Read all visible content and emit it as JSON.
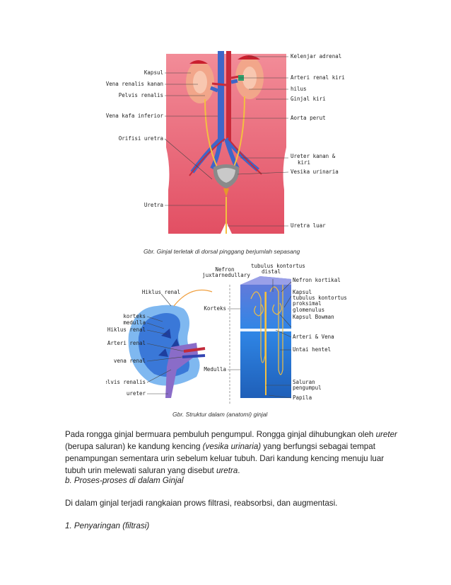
{
  "figure1": {
    "labels": {
      "kapsul": "Kapsul",
      "vena_renalis_kanan": "Vena renalis kanan",
      "pelvis_renalis": "Pelvis renalis",
      "vena_kafa_inferior": "Vena kafa inferior",
      "orifisi_uretra": "Orifisi uretra",
      "uretra": "Uretra",
      "kelenjar_adrenal": "Kelenjar adrenal",
      "arteri_renal_kiri": "Arteri renal kiri",
      "hilus": "hilus",
      "ginjal_kiri": "Ginjal kiri",
      "aorta_perut": "Aorta perut",
      "ureter_kanan_kiri_1": "Ureter kanan &",
      "ureter_kanan_kiri_2": "kiri",
      "vesika_urinaria": "Vesika urinaria",
      "uretra_luar": "Uretra luar"
    },
    "caption": "Gbr. Ginjal terletak di dorsal pinggang berjumlah sepasang"
  },
  "figure2": {
    "labels": {
      "hiklus_renal_top": "Hiklus renal",
      "korteks": "korteks",
      "medulla": "medulla",
      "hiklus_renal": "Hiklus renal",
      "arteri_renal": "Arteri renal",
      "vena_renal": "vena renal",
      "pelvis_renalis": "Pelvis renalis",
      "ureter": "ureter",
      "korteks_right": "Korteks",
      "medulla_right": "Medulla",
      "nefron_juxta_1": "Nefron",
      "nefron_juxta_2": "juxtarnedullary",
      "tubulus_distal_1": "tubulus kontortus",
      "tubulus_distal_2": "distal",
      "nefron_kortikal": "Nefron kortikal",
      "kapsul_tubulus_1": "Kapsul",
      "kapsul_tubulus_2": "tubulus kontortus",
      "kapsul_tubulus_3": "proksimal",
      "glomerulus": "glomenulus",
      "kapsul_bowman": "Kapsul Bowman",
      "arteri_vena": "Arteri & Vena",
      "untai_hentel": "Untai hentel",
      "saluran_1": "Saluran",
      "saluran_2": "pengumpul",
      "papila": "Papila"
    },
    "caption": "Gbr. Struktur dalam (anatomi) ginjal"
  },
  "text": {
    "p1_a": "Pada rongga ginjal bermuara pembuluh pengumpul. Rongga ginjal dihubungkan oleh ",
    "p1_ureter": "ureter",
    "p1_b": " (berupa saluran) ke kandung kencing ",
    "p1_vesika": "(vesika urinaria)",
    "p1_c": " yang berfungsi sebagai tempat penampungan sementara urin sebelum keluar tubuh. Dari kandung kencing menuju luar tubuh urin melewati saluran yang disebut ",
    "p1_uretra": "uretra",
    "p1_d": ".",
    "heading_b": "b. Proses-proses di dalam Ginjal",
    "p2": "Di dalam ginjal terjadi rangkaian prows filtrasi, reabsorbsi, dan augmentasi.",
    "heading_1": "1. Penyaringan (filtrasi)"
  },
  "colors": {
    "body_pink": "#e4606f",
    "kidney": "#f2a07f",
    "vein_blue": "#3f66c8",
    "artery_red": "#d0283a",
    "ureter_yellow": "#f4c040",
    "tissue_blue": "#3e7fe0"
  }
}
